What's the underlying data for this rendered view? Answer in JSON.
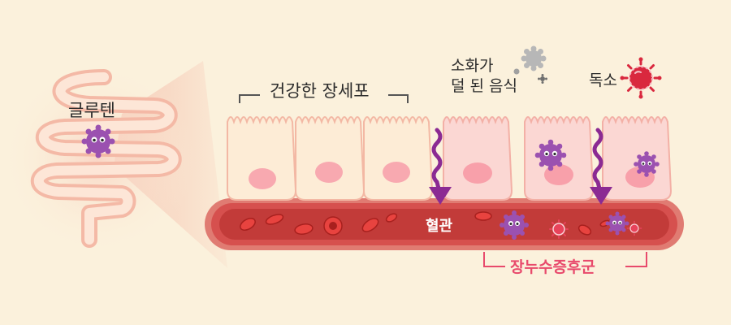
{
  "labels": {
    "gluten": "글루텐",
    "healthy_cells": "건강한 장세포",
    "undigested_food_line1": "소화가",
    "undigested_food_line2": "덜 된 음식",
    "toxin": "독소",
    "blood_vessel": "혈관",
    "leaky_gut_syndrome": "장누수증후군"
  },
  "colors": {
    "background": "#fbf1dc",
    "healthy_cell_fill": "#fdecd6",
    "damaged_cell_fill": "#fbd7d3",
    "cell_outline": "#f3b8a4",
    "nucleus": "#f8a9b0",
    "blood_vessel": "#d6504e",
    "blood_vessel_inner": "#b2312e",
    "arrow": "#8b2a93",
    "gluten_particle": "#9b51b0",
    "toxin": "#d9283e",
    "syndrome_label": "#e84a6c"
  },
  "icons": [
    "intestine-icon",
    "gluten-particle-icon",
    "food-particle-icon",
    "toxin-icon",
    "red-blood-cell-icon"
  ]
}
